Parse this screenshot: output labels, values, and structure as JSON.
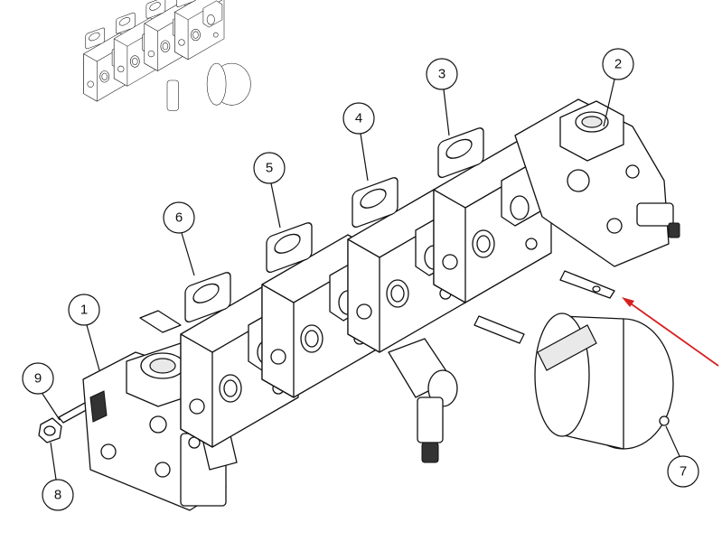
{
  "diagram": {
    "title": "Sectional control valve exploded view",
    "callouts": [
      {
        "id": "1",
        "label": "1"
      },
      {
        "id": "2",
        "label": "2"
      },
      {
        "id": "3",
        "label": "3"
      },
      {
        "id": "4",
        "label": "4"
      },
      {
        "id": "5",
        "label": "5"
      },
      {
        "id": "6",
        "label": "6"
      },
      {
        "id": "7",
        "label": "7"
      },
      {
        "id": "8",
        "label": "8"
      },
      {
        "id": "9",
        "label": "9"
      }
    ],
    "colors": {
      "line": "#111111",
      "arrow": "#d62020",
      "background": "#ffffff"
    }
  }
}
